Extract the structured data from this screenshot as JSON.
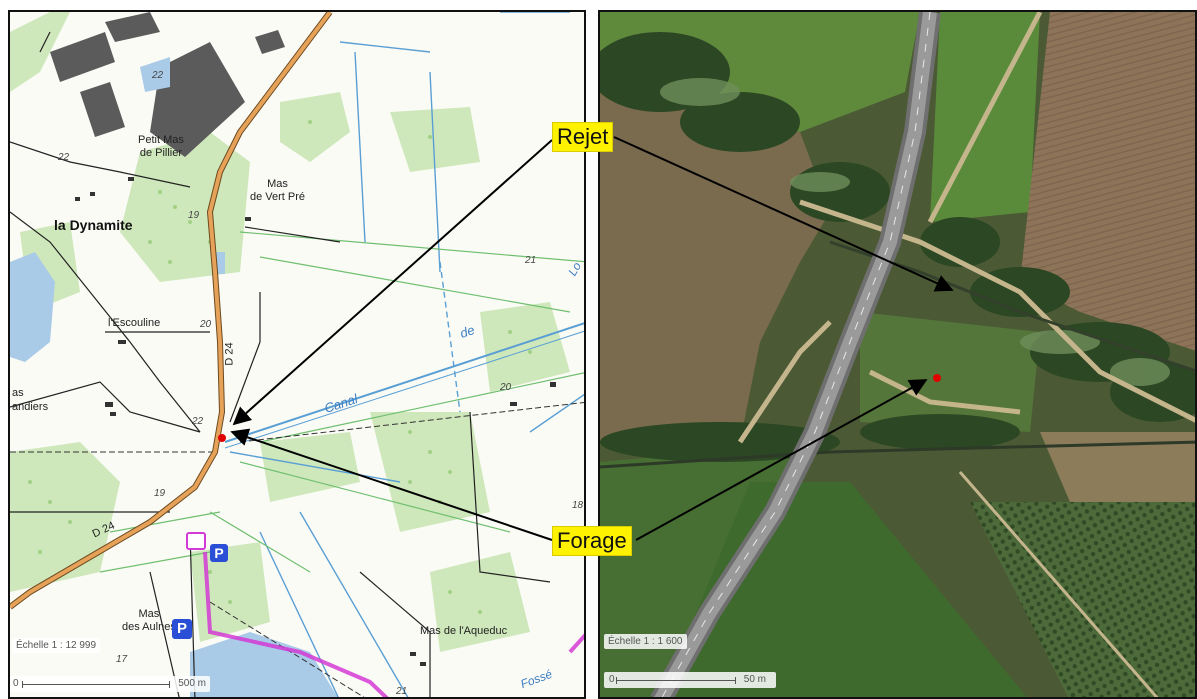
{
  "topo_map": {
    "places": {
      "petit_mas_l1": "Petit Mas",
      "petit_mas_l2": "de Pillier",
      "mas_vert_pre_l1": "Mas",
      "mas_vert_pre_l2": "de Vert Pré",
      "la_dynamite": "la Dynamite",
      "escouline": "l'Escouline",
      "andiers_l1": "as",
      "andiers_l2": "andiers",
      "mas_aulnes_l1": "Mas",
      "mas_aulnes_l2": "des Aulnes",
      "mas_aqueduc": "Mas de l'Aqueduc",
      "canal": "Canal",
      "de": "de",
      "lo": "Lo",
      "fosse": "Fossé"
    },
    "roads": {
      "d24_vertical": "D 24",
      "d24_lower": "D 24"
    },
    "elevations": [
      "22",
      "22",
      "19",
      "21",
      "20",
      "20",
      "22",
      "19",
      "18",
      "17",
      "21"
    ],
    "parking": "P",
    "scale_text": "Échelle 1 : 12 999",
    "scale_zero": "0",
    "scale_length": "500 m"
  },
  "aerial_map": {
    "scale_text": "Échelle 1 : 1 600",
    "scale_zero": "0",
    "scale_length": "50 m"
  },
  "callouts": {
    "rejet": "Rejet",
    "forage": "Forage"
  },
  "colors": {
    "callout_bg": "#fff200",
    "marker": "#e00000",
    "road_orange": "#d98a3a",
    "water": "#a9cbe8",
    "vegetation": "#c7e6b0"
  }
}
